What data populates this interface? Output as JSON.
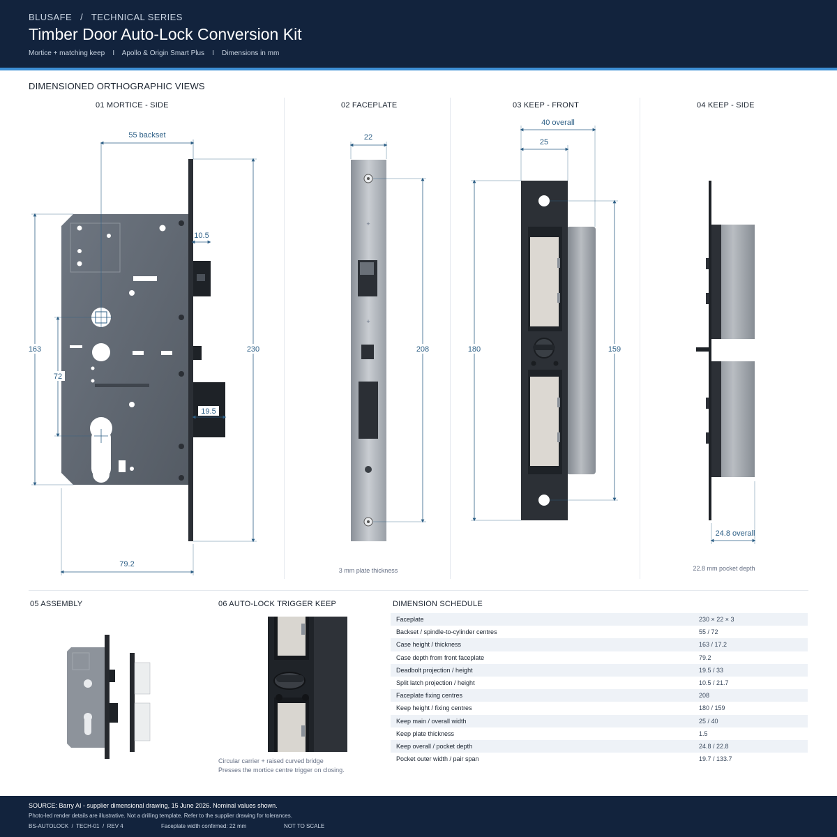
{
  "header": {
    "series": "BLUSAFE   /   TECHNICAL SERIES",
    "title": "Timber Door Auto-Lock Conversion Kit",
    "subtitle": "Mortice + matching keep    I    Apollo & Origin Smart Plus    I    Dimensions in mm"
  },
  "views_section": {
    "title": "DIMENSIONED ORTHOGRAPHIC VIEWS",
    "views": [
      {
        "label": "01  MORTICE - SIDE"
      },
      {
        "label": "02  FACEPLATE"
      },
      {
        "label": "03  KEEP - FRONT"
      },
      {
        "label": "04  KEEP - SIDE"
      }
    ]
  },
  "mortice_dims": {
    "backset": "55 backset",
    "latch": "10.5",
    "case_height": "163",
    "spindle_cyl": "72",
    "deadbolt": "19.5",
    "overall": "230",
    "depth": "79.2"
  },
  "faceplate_dims": {
    "width": "22",
    "fixing": "208",
    "note": "3 mm plate thickness"
  },
  "keep_front_dims": {
    "overall": "40 overall",
    "main": "25",
    "height": "180",
    "fixing": "159"
  },
  "keep_side_dims": {
    "overall": "24.8 overall",
    "note": "22.8 mm pocket depth"
  },
  "assembly": {
    "label": "05  ASSEMBLY"
  },
  "trigger": {
    "label": "06  AUTO-LOCK TRIGGER KEEP",
    "caption_1": "Circular carrier + raised curved bridge",
    "caption_2": "Presses the mortice centre trigger on closing."
  },
  "schedule": {
    "title": "DIMENSION SCHEDULE",
    "rows": [
      {
        "label": "Faceplate",
        "value": "230 × 22 × 3"
      },
      {
        "label": "Backset / spindle-to-cylinder centres",
        "value": "55 / 72"
      },
      {
        "label": "Case height / thickness",
        "value": "163 / 17.2"
      },
      {
        "label": "Case depth from front faceplate",
        "value": "79.2"
      },
      {
        "label": "Deadbolt projection / height",
        "value": "19.5 / 33"
      },
      {
        "label": "Split latch projection / height",
        "value": "10.5 / 21.7"
      },
      {
        "label": "Faceplate fixing centres",
        "value": "208"
      },
      {
        "label": "Keep height / fixing centres",
        "value": "180 / 159"
      },
      {
        "label": "Keep main / overall width",
        "value": "25 / 40"
      },
      {
        "label": "Keep plate thickness",
        "value": "1.5"
      },
      {
        "label": "Keep overall / pocket depth",
        "value": "24.8 / 22.8"
      },
      {
        "label": "Pocket outer width / pair span",
        "value": "19.7 / 133.7"
      }
    ]
  },
  "footer": {
    "source": "SOURCE: Barry AI - supplier dimensional drawing, 15 June 2026. Nominal values shown.",
    "note": "Photo-led render details are illustrative. Not a drilling template. Refer to the supplier drawing for tolerances.",
    "doc_id": "BS-AUTOLOCK  /  TECH-01  /  REV 4",
    "width_note": "Faceplate width confirmed: 22 mm",
    "scale": "NOT TO SCALE"
  },
  "colors": {
    "navy": "#12233d",
    "accent": "#3d8fd4",
    "dimension": "#2d5f86"
  }
}
